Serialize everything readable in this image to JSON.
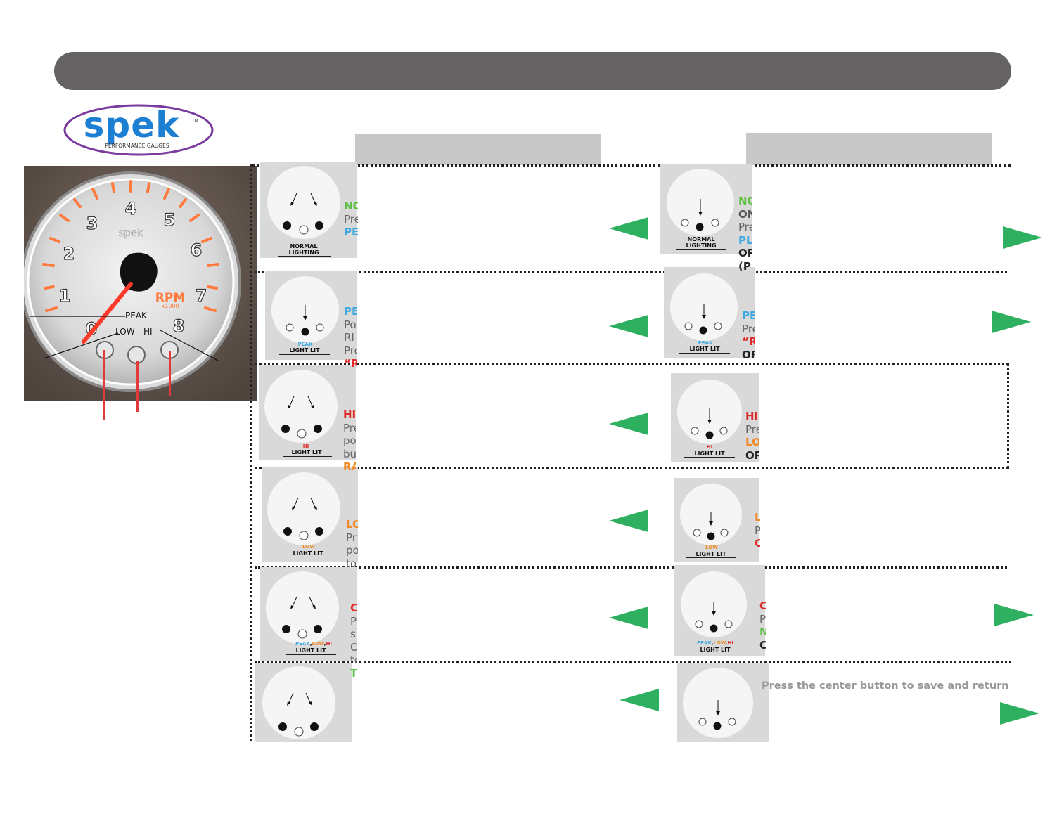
{
  "brand": {
    "name": "spek",
    "tm": "TM",
    "tagline": "PERFORMANCE GAUGES",
    "color": "#1d7fd2",
    "ring_color": "#7a3a9e"
  },
  "gauge": {
    "ticks": [
      "0",
      "1",
      "2",
      "3",
      "4",
      "5",
      "6",
      "7",
      "8"
    ],
    "brand": "spek",
    "unit": "RPM",
    "multiplier": "x1000",
    "labels": {
      "peak": "PEAK",
      "low": "LOW",
      "hi": "HI"
    }
  },
  "panels": {
    "normal_lighting": "NORMAL LIGHTING",
    "light_lit": "LIGHT LIT",
    "peak": "PEAK",
    "low": "LOW",
    "hi": "HI",
    "sep": ",",
    "peak_low_hi": [
      "PEAK",
      "LOW",
      "HI"
    ]
  },
  "left_frags": {
    "r1": [
      "NO",
      "Pre",
      "PE"
    ],
    "r2": [
      "PE",
      "Po",
      "RI",
      "Pre",
      "“R"
    ],
    "r3": [
      "HI",
      "Pre",
      "po",
      "bu",
      "RA"
    ],
    "r4": [
      "LO",
      "Pr",
      "po",
      "to"
    ],
    "r5": [
      "C",
      "P",
      "s",
      "O",
      "to",
      "T"
    ]
  },
  "right_frags": {
    "r1": [
      "NO",
      "ON",
      "Pre",
      "PL",
      "OP",
      "(P"
    ],
    "r2": [
      "PE",
      "Pre",
      "“R",
      "OF"
    ],
    "r3": [
      "HI",
      "Pre",
      "LO",
      "OP"
    ],
    "r4": [
      "L",
      "P",
      "C"
    ],
    "r5": [
      "C",
      "P",
      "N",
      "C"
    ]
  },
  "note": "Press the center button to save and return",
  "colors": {
    "arrow": "#2fb060",
    "topbar": "#646263",
    "peak": "#3fa9e0",
    "low": "#f08a24",
    "hi": "#e02b2b",
    "normal": "#5fc046"
  }
}
